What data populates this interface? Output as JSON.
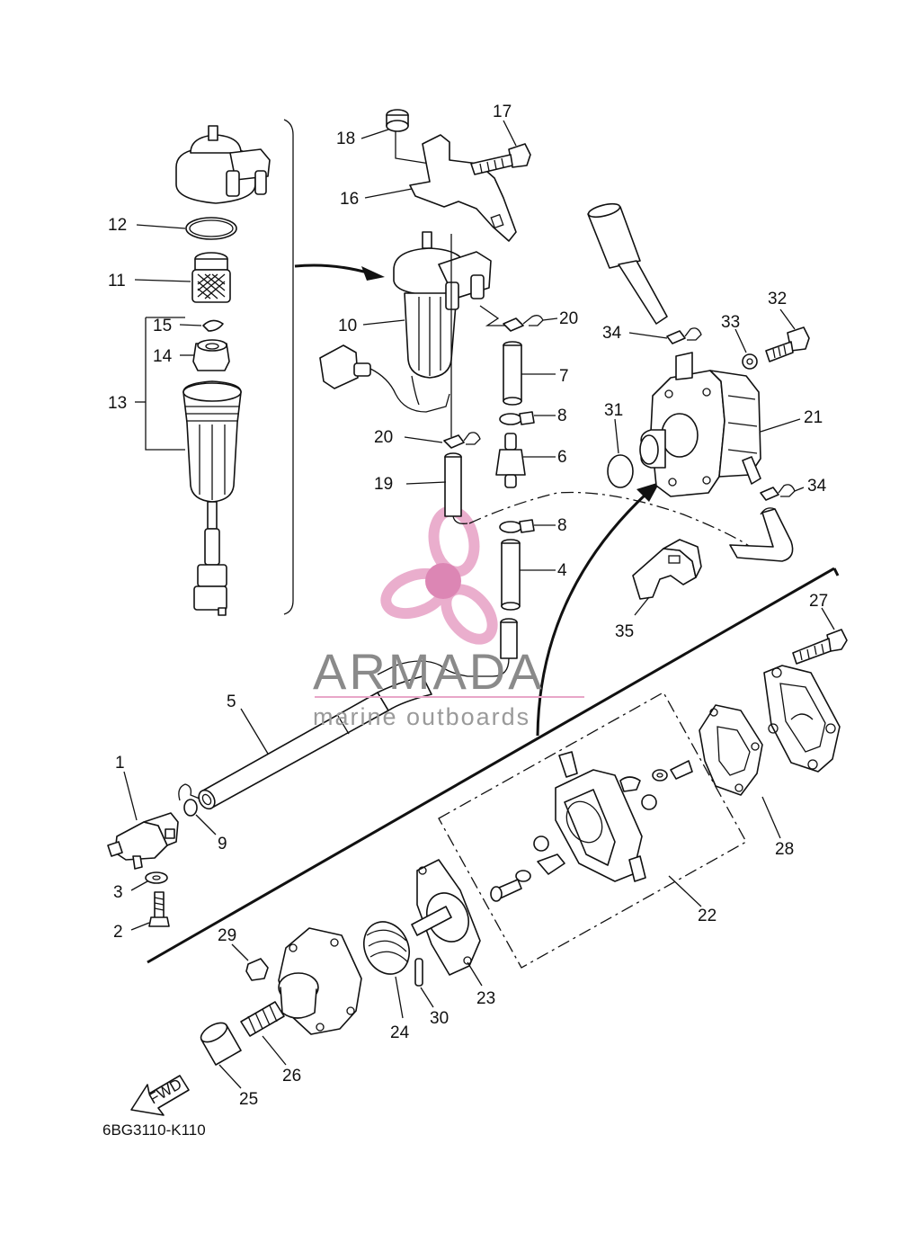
{
  "diagram": {
    "drawing_code": "6BG3110-K110",
    "fwd_label": "FWD",
    "watermark": {
      "brand": "ARMADA",
      "tagline": "marine outboards",
      "color_brand": "#8a8a8a",
      "color_tagline": "#9a9a9a",
      "color_logo": "#e8a6c8",
      "color_logo_center": "#d97aac"
    },
    "callouts": [
      {
        "n": "1",
        "label": "1"
      },
      {
        "n": "2",
        "label": "2"
      },
      {
        "n": "3",
        "label": "3"
      },
      {
        "n": "4",
        "label": "4"
      },
      {
        "n": "5",
        "label": "5"
      },
      {
        "n": "6",
        "label": "6"
      },
      {
        "n": "7",
        "label": "7"
      },
      {
        "n": "8a",
        "label": "8"
      },
      {
        "n": "8b",
        "label": "8"
      },
      {
        "n": "9",
        "label": "9"
      },
      {
        "n": "10",
        "label": "10"
      },
      {
        "n": "11",
        "label": "11"
      },
      {
        "n": "12",
        "label": "12"
      },
      {
        "n": "13",
        "label": "13"
      },
      {
        "n": "14",
        "label": "14"
      },
      {
        "n": "15",
        "label": "15"
      },
      {
        "n": "16",
        "label": "16"
      },
      {
        "n": "17",
        "label": "17"
      },
      {
        "n": "18",
        "label": "18"
      },
      {
        "n": "19",
        "label": "19"
      },
      {
        "n": "20a",
        "label": "20"
      },
      {
        "n": "20b",
        "label": "20"
      },
      {
        "n": "21",
        "label": "21"
      },
      {
        "n": "22",
        "label": "22"
      },
      {
        "n": "23",
        "label": "23"
      },
      {
        "n": "24",
        "label": "24"
      },
      {
        "n": "25",
        "label": "25"
      },
      {
        "n": "26",
        "label": "26"
      },
      {
        "n": "27",
        "label": "27"
      },
      {
        "n": "28",
        "label": "28"
      },
      {
        "n": "29",
        "label": "29"
      },
      {
        "n": "30",
        "label": "30"
      },
      {
        "n": "31",
        "label": "31"
      },
      {
        "n": "32",
        "label": "32"
      },
      {
        "n": "33",
        "label": "33"
      },
      {
        "n": "34a",
        "label": "34"
      },
      {
        "n": "34b",
        "label": "34"
      },
      {
        "n": "35",
        "label": "35"
      }
    ]
  }
}
